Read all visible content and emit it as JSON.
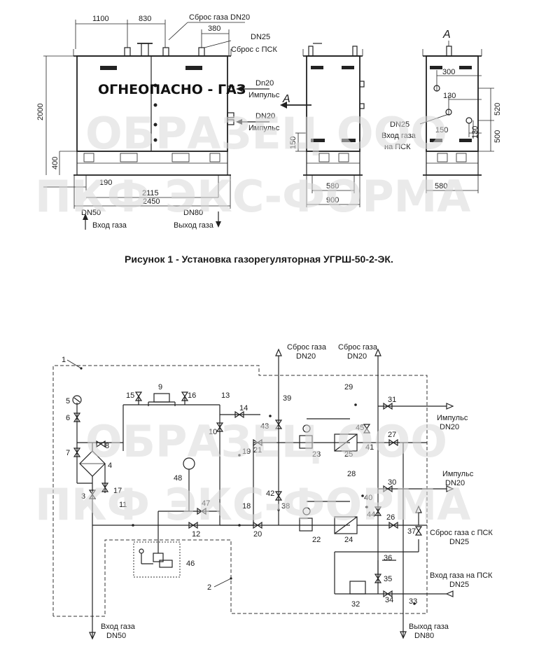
{
  "figure_caption": "Рисунок 1 - Установка газорегуляторная УГРШ-50-2-ЭК.",
  "cabinet_text": "ОГНЕОПАСНО - ГАЗ",
  "watermark": {
    "line1": "ОБРАЗЕЦ ООО",
    "line2": "ПКФ ЭКС-ФОРМА"
  },
  "front_view": {
    "dims": [
      "1100",
      "830",
      "380",
      "2000",
      "400",
      "190",
      "2115",
      "2450"
    ],
    "labels": {
      "gas_discharge_dn20": "Сброс газа DN20",
      "dn25": "DN25",
      "discharge_psk": "Сброс с ПСК",
      "dn20_a": "Dn20",
      "impulse_a": "Импульс",
      "dn20_b": "DN20",
      "impulse_b": "Импульс",
      "view_a": "А",
      "dn50": "DN50",
      "dn80": "DN80",
      "gas_inlet": "Вход газа",
      "gas_outlet": "Выход газа"
    }
  },
  "side_view": {
    "dims": [
      "150",
      "580",
      "900"
    ]
  },
  "rear_view": {
    "dims": [
      "300",
      "130",
      "150",
      "520",
      "500",
      "130",
      "580"
    ],
    "labels": {
      "view_a": "А",
      "dn25": "DN25",
      "psk_inlet_1": "Вход газа",
      "psk_inlet_2": "на ПСК"
    }
  },
  "schematic": {
    "top_labels": [
      {
        "l1": "Сброс газа",
        "l2": "DN20"
      },
      {
        "l1": "Сброс газа",
        "l2": "DN20"
      }
    ],
    "right_labels": [
      {
        "l1": "Импульс",
        "l2": "DN20"
      },
      {
        "l1": "Импульс",
        "l2": "DN20"
      },
      {
        "l1": "Сброс газа с ПСК",
        "l2": "DN25"
      },
      {
        "l1": "Вход газа на ПСК",
        "l2": "DN25"
      }
    ],
    "bottom_labels": [
      {
        "l1": "Вход газа",
        "l2": "DN50"
      },
      {
        "l1": "Выход газа",
        "l2": "DN80"
      }
    ],
    "numbers": [
      "1",
      "2",
      "3",
      "4",
      "5",
      "6",
      "7",
      "8",
      "9",
      "10",
      "11",
      "12",
      "13",
      "14",
      "15",
      "16",
      "17",
      "18",
      "19",
      "20",
      "21",
      "22",
      "23",
      "24",
      "25",
      "26",
      "27",
      "28",
      "29",
      "30",
      "31",
      "32",
      "33",
      "34",
      "35",
      "36",
      "37",
      "38",
      "39",
      "40",
      "41",
      "42",
      "43",
      "44",
      "45",
      "46",
      "47",
      "48"
    ]
  }
}
